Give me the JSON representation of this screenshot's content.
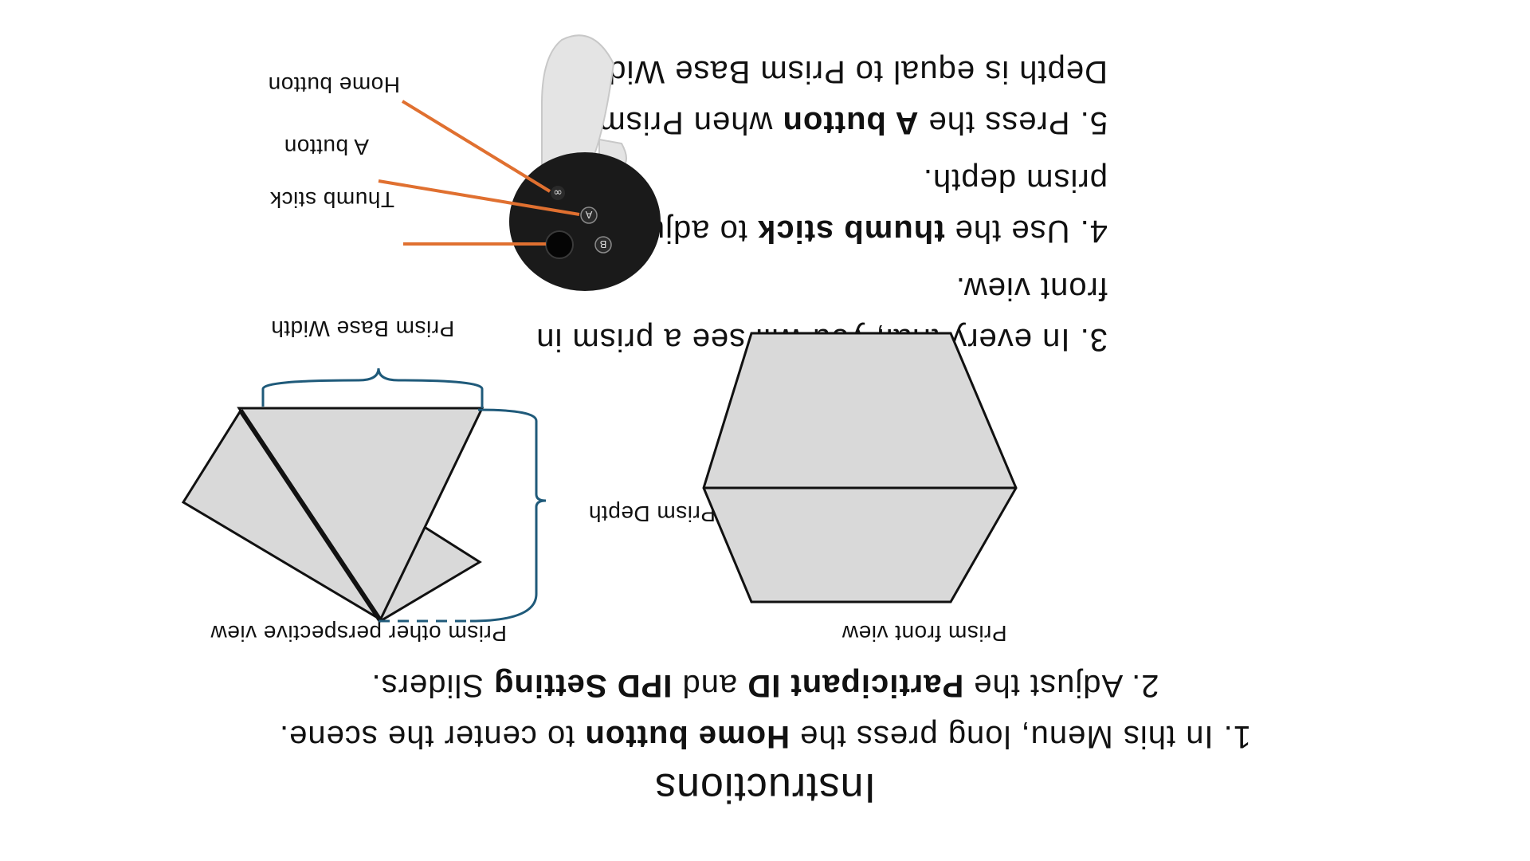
{
  "title": "Instructions",
  "instructions": {
    "step1": {
      "pre": "1. In this Menu, long press the ",
      "bold1": "Home button",
      "post": " to center the scene."
    },
    "step2": {
      "pre": "2. Adjust the ",
      "bold1": "Participant ID",
      "mid": " and ",
      "bold2": "IPD Setting",
      "post": " Sliders."
    },
    "step3": {
      "line1": "3. In every trial, you will see a prism in",
      "line2": "front view."
    },
    "step4": {
      "pre": "4. Use the ",
      "bold1": "thumb stick",
      "post": " to adjust the",
      "line2": "prism depth."
    },
    "step5": {
      "pre": "5. Press the ",
      "bold1": "A button",
      "post": " when Prism",
      "line2": "Depth is equal to Prism Base Width."
    }
  },
  "labels": {
    "prism_front_view": "Prism front view",
    "prism_other_view": "Prism other perspective view",
    "prism_depth": "Prism Depth",
    "prism_base_width": "Prism Base Width",
    "thumb_stick": "Thumb stick",
    "a_button": "A button",
    "home_button": "Home button"
  },
  "controller": {
    "button_a": "A",
    "button_b": "B",
    "button_home": "∞"
  },
  "colors": {
    "prism_fill": "#d9d9d9",
    "callout_line": "#e07030",
    "bracket": "#1f5a7a",
    "controller_body": "#1a1a1a",
    "controller_grip": "#e4e4e4"
  }
}
